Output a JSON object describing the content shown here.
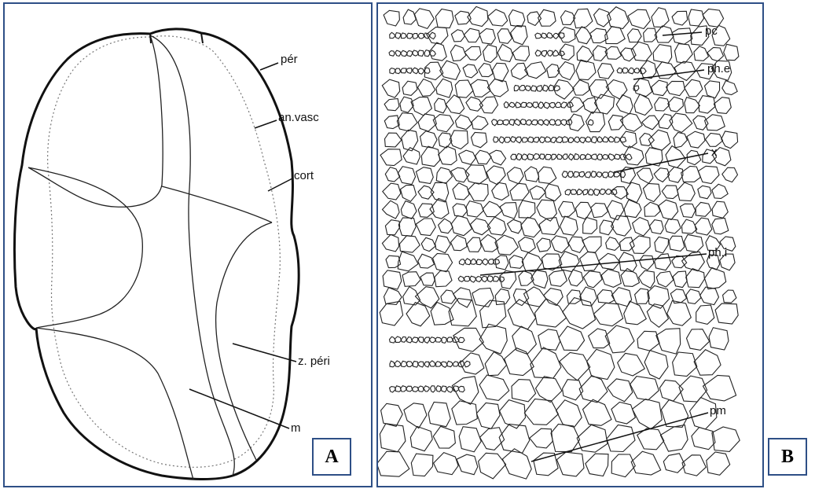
{
  "panel_a": {
    "panel_letter": "A",
    "labels": {
      "per": "pér",
      "an_vasc": "an.vasc",
      "cort": "cort",
      "z_peri": "z. péri",
      "m": "m"
    }
  },
  "panel_b": {
    "panel_letter": "B",
    "labels": {
      "pc": "pc",
      "ph_e": "ph.e",
      "x": "x",
      "ph_i": "ph.i",
      "pm": "pm"
    }
  },
  "colors": {
    "frame": "#2e4f86",
    "ink": "#111111"
  }
}
